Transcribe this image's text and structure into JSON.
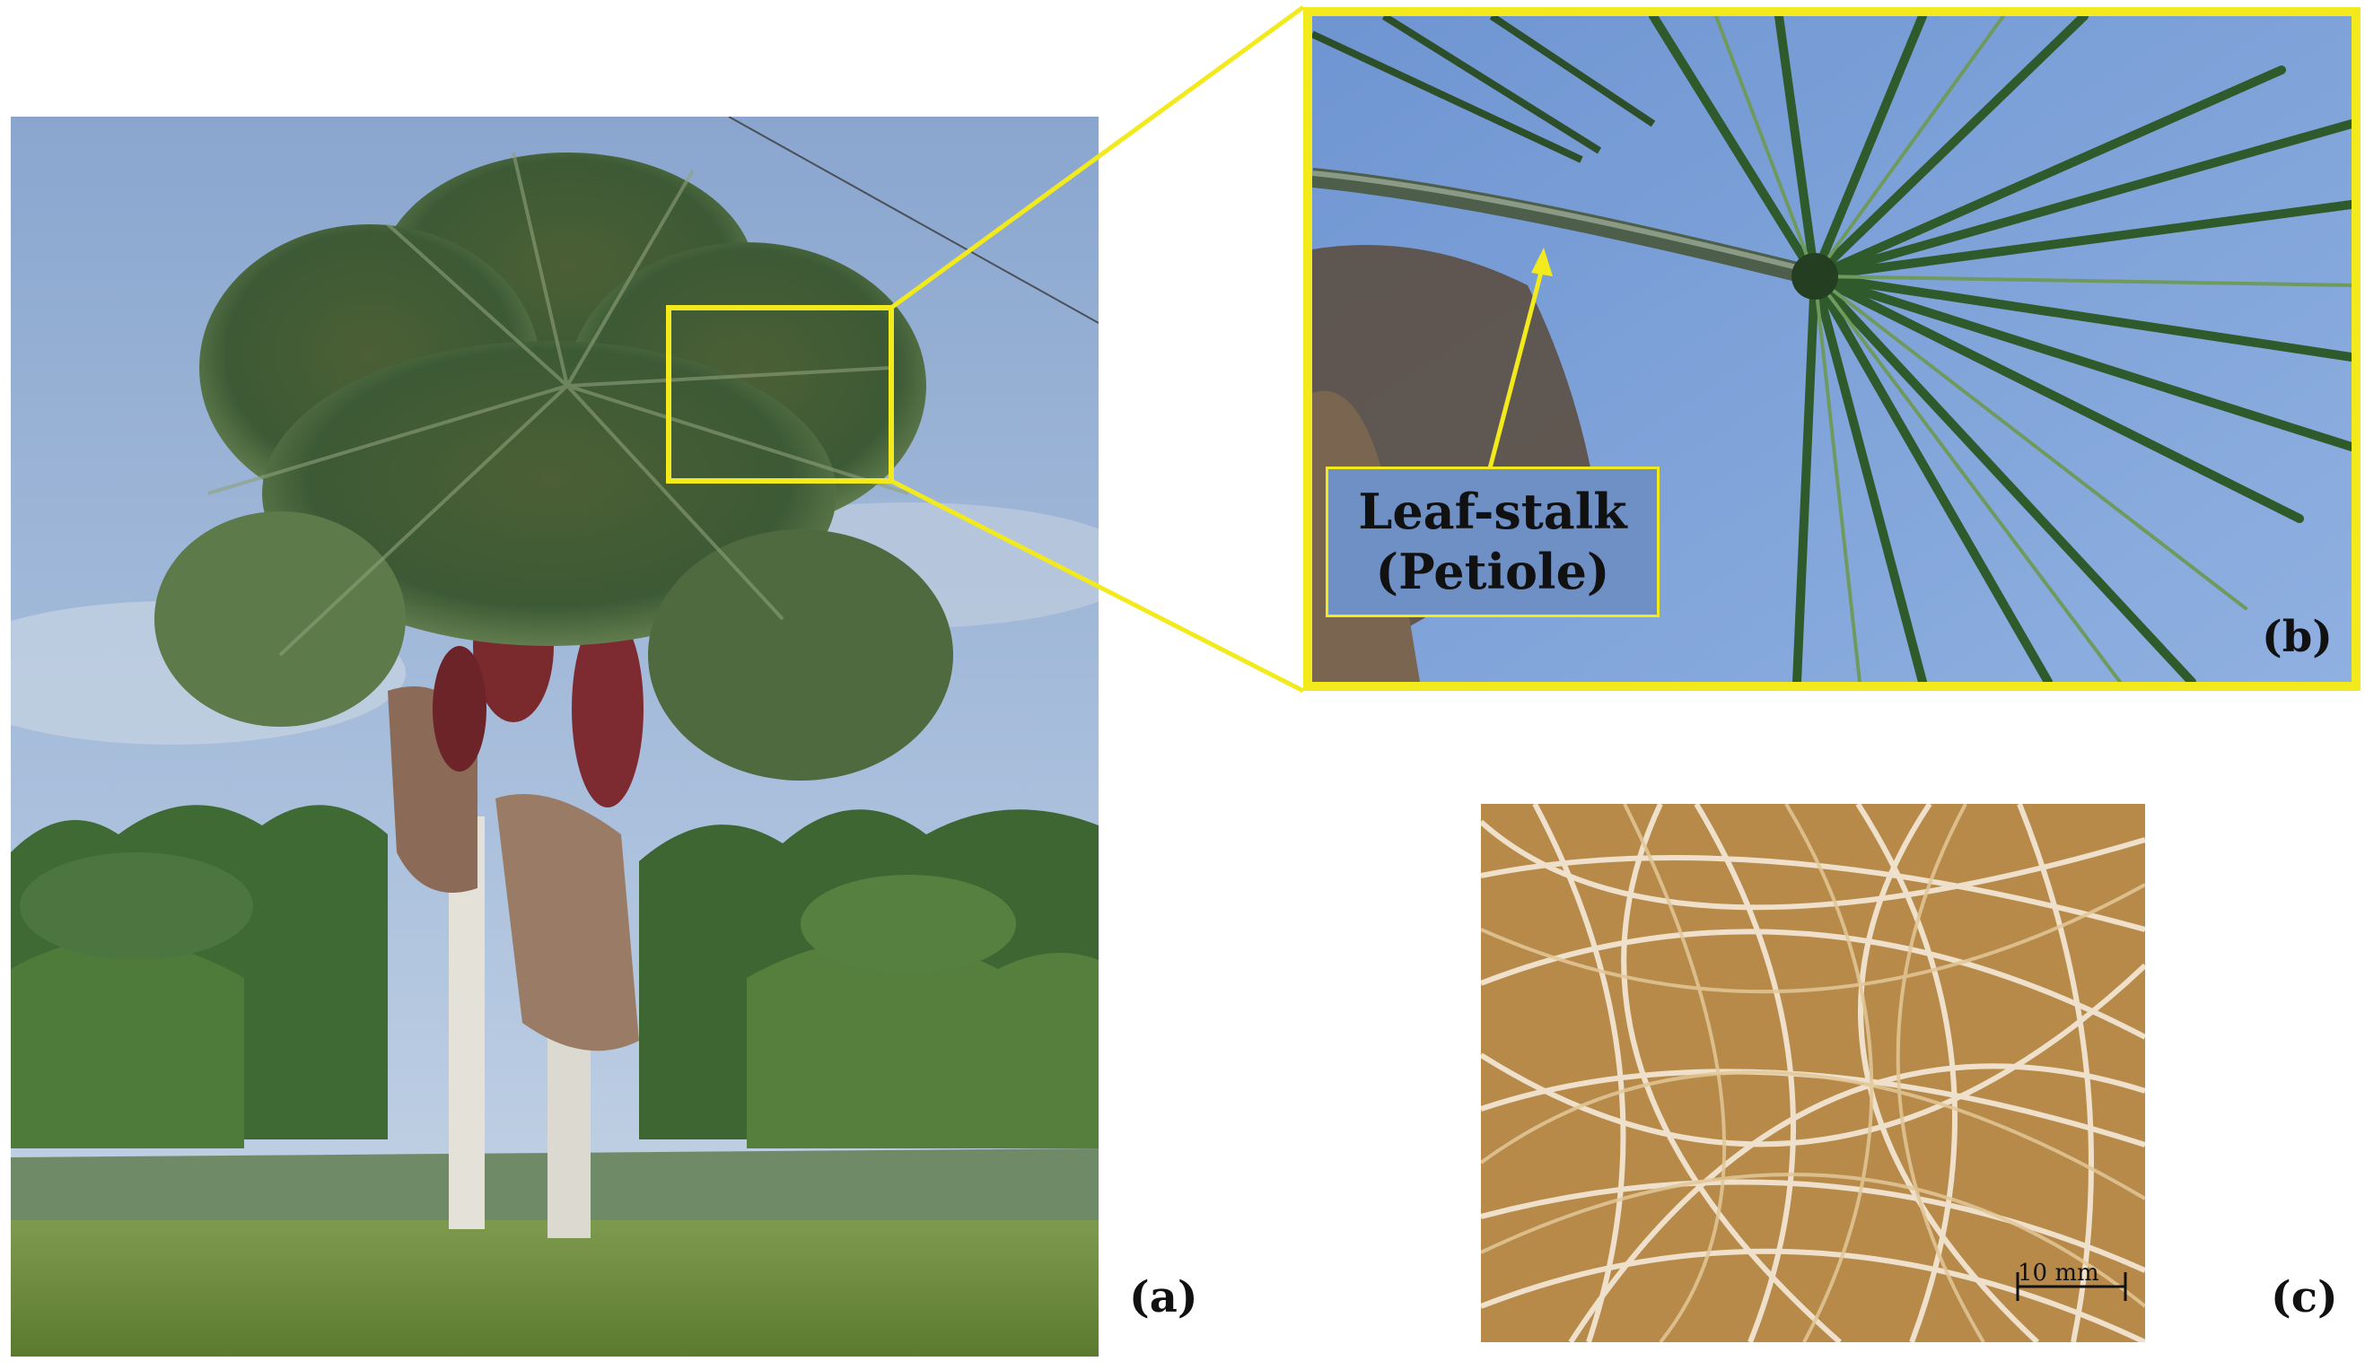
{
  "labels": {
    "panel_a": "(a)",
    "panel_b": "(b)",
    "panel_c": "(c)"
  },
  "callout": {
    "line1": "Leaf-stalk",
    "line2": "(Petiole)"
  },
  "scale_bar": {
    "label": "10 mm"
  },
  "colors": {
    "highlight": "#f2ea1c",
    "callout_bg": "#6e90c4"
  }
}
